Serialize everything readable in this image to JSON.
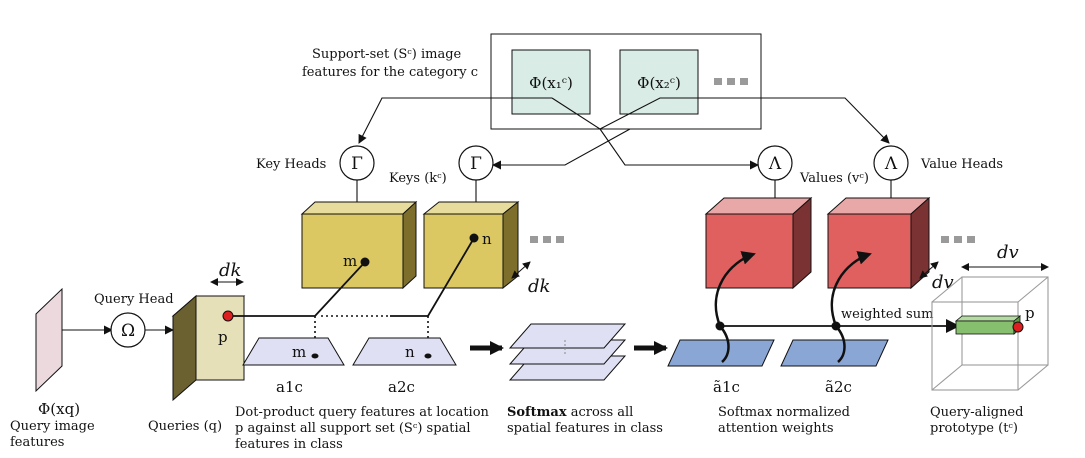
{
  "support_set": {
    "caption_lines": [
      "Support-set (Sᶜ) image",
      "features for the category c"
    ],
    "feature_1": "Φ(x₁ᶜ)",
    "feature_2": "Φ(x₂ᶜ)"
  },
  "heads": {
    "key_heads": "Key Heads",
    "keys": "Keys (kᶜ)",
    "values": "Values (vᶜ)",
    "value_heads": "Value Heads",
    "gamma": "Γ",
    "lambda": "Λ",
    "omega": "Ω",
    "query_head": "Query Head"
  },
  "dims": {
    "dk": "dk",
    "dv": "dv"
  },
  "points": {
    "m": "m",
    "n": "n",
    "p": "p"
  },
  "query": {
    "phi": "Φ(xq)",
    "image_features": [
      "Query image",
      "features"
    ],
    "queries": "Queries (q)"
  },
  "attention": {
    "a1": "a1c",
    "a2": "a2c",
    "a1_tilde": "ã1c",
    "a2_tilde": "ã2c"
  },
  "captions": {
    "dot_product": [
      "Dot-product query features at location",
      "p against all support set (Sᶜ) spatial",
      "features in class"
    ],
    "softmax_bold": "Softmax",
    "softmax_rest": " across all",
    "softmax_line2": "spatial features in class",
    "normalized": [
      "Softmax normalized",
      "attention weights"
    ],
    "weighted_sum": "weighted sum",
    "prototype": [
      "Query-aligned",
      "prototype (tᶜ)"
    ]
  },
  "colors": {
    "support_fill": "#d9ece6",
    "key_front": "#dcc862",
    "key_top": "#e8dc9c",
    "key_side": "#7e6e2c",
    "value_front": "#e06060",
    "value_top": "#e8a8a8",
    "value_side": "#7a3232",
    "query_front": "#e6e0b8",
    "query_side": "#6a6030",
    "attn_plane": "#dfe0f3",
    "norm_plane": "#8aa6d4",
    "proto_green": "#86c06e",
    "query_img": "#ecd9de",
    "point_red": "#dd1f1f",
    "dots_gray": "#9a9a9a"
  }
}
